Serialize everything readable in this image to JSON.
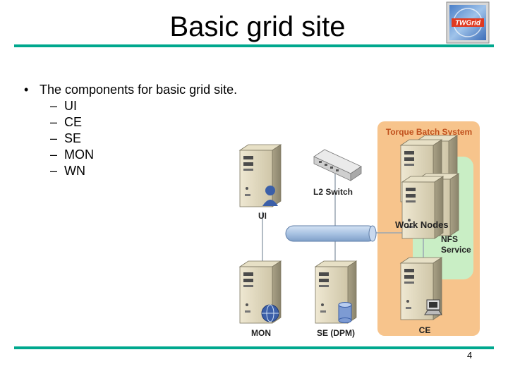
{
  "slide": {
    "title": "Basic grid site",
    "logo_text": "TWGrid",
    "page_number": "4"
  },
  "bullets": {
    "main": "The components for basic grid site.",
    "items": [
      "UI",
      "CE",
      "SE",
      "MON",
      "WN"
    ]
  },
  "diagram": {
    "labels": {
      "torque": "Torque Batch System",
      "switch": "L2 Switch",
      "ui": "UI",
      "work_nodes": "Work Nodes",
      "nfs_line1": "NFS",
      "nfs_line2": "Service",
      "mon": "MON",
      "se": "SE (DPM)",
      "ce": "CE"
    },
    "colors": {
      "torque_box": "#f7c48c",
      "torque_text": "#c0501c",
      "nfs_box": "#c9eec5",
      "bus": "#a9c3e3",
      "rule": "#00a88e"
    }
  }
}
